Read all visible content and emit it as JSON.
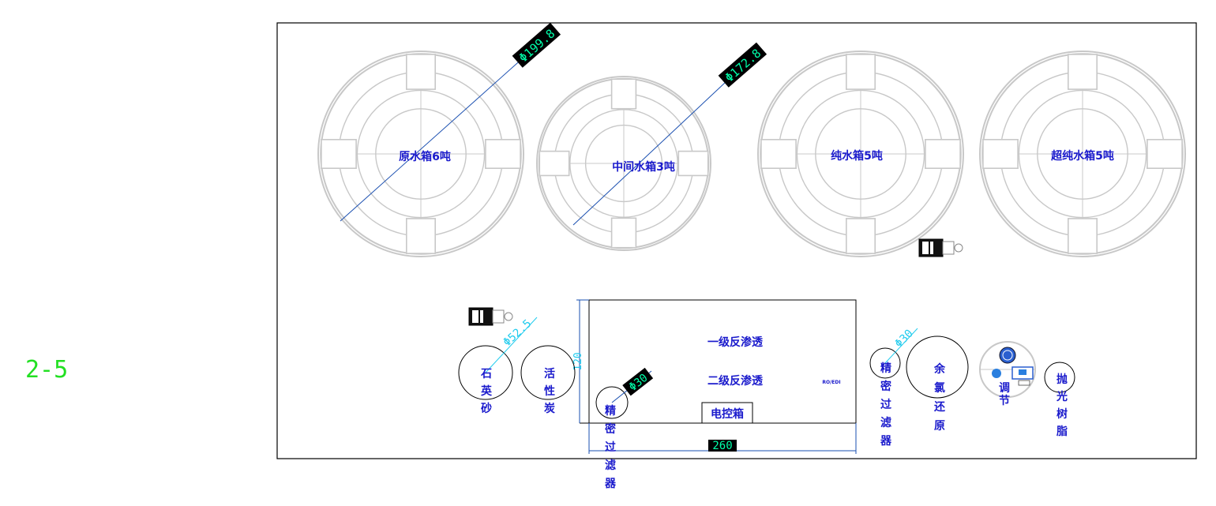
{
  "sheet_id": "2-5",
  "colors": {
    "frame": "#000000",
    "tank_outline": "#c8c8c8",
    "label": "#1a1acc",
    "dimension_line": "#1a4fb0",
    "dimension_text": "#00ffaa",
    "dimension_fill": "#000000",
    "cyan_dim": "#22ccee",
    "sheet_id": "#22e022"
  },
  "tanks": [
    {
      "name": "原水箱6吨",
      "diameter": "Φ199.8"
    },
    {
      "name": "中间水箱3吨",
      "diameter": "Φ172.8"
    },
    {
      "name": "纯水箱5吨",
      "diameter": ""
    },
    {
      "name": "超纯水箱5吨",
      "diameter": ""
    }
  ],
  "ro_unit": {
    "stage1": "一级反渗透",
    "stage2": "二级反渗透",
    "control_box": "电控箱",
    "tiny_label": "RO/EDI",
    "width_dim": "260",
    "height_dim": "120"
  },
  "vessels": {
    "quartz_sand": [
      "石",
      "英",
      "砂"
    ],
    "activated_carbon": [
      "活",
      "性",
      "炭"
    ],
    "precision_filter_1": [
      "精",
      "密",
      "过",
      "滤",
      "器"
    ],
    "precision_filter_1_dim": "Φ30",
    "precision_filter_2": [
      "精",
      "密",
      "过",
      "滤",
      "器"
    ],
    "precision_filter_2_dim": "Φ30",
    "residual_chlorine": [
      "余",
      "氯",
      "还",
      "原"
    ],
    "ph_adjust": [
      "调",
      "节"
    ],
    "polishing_resin": [
      "抛",
      "光",
      "树",
      "脂"
    ],
    "quartz_sand_dim": "Φ52.5"
  }
}
